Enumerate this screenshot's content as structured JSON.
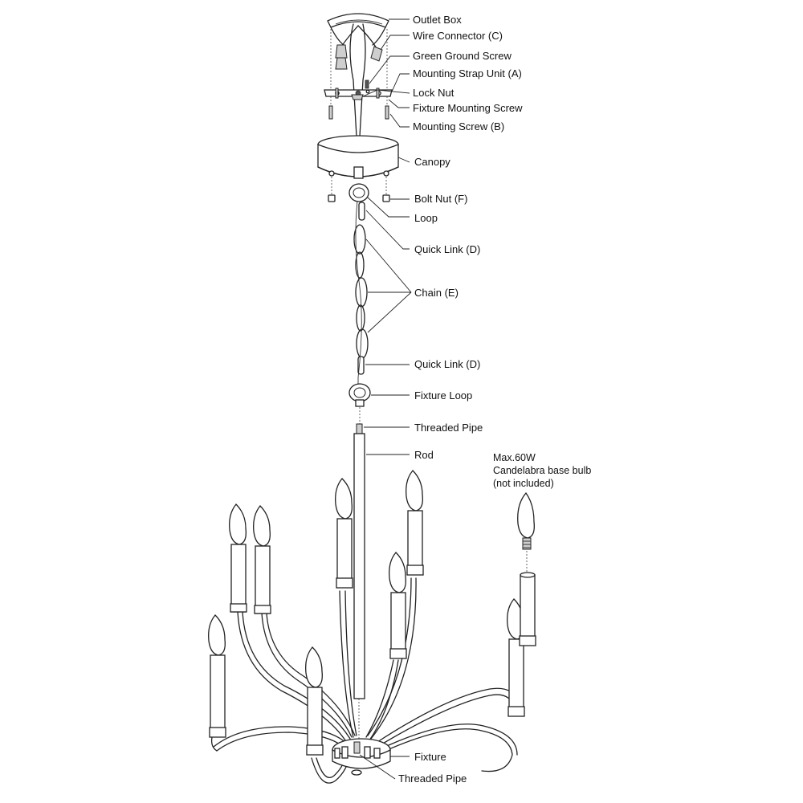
{
  "labels": {
    "outlet_box": "Outlet Box",
    "wire_connector": "Wire Connector (C)",
    "green_ground_screw": "Green Ground Screw",
    "mounting_strap": "Mounting Strap Unit (A)",
    "lock_nut": "Lock Nut",
    "fixture_mounting_screw": "Fixture Mounting Screw",
    "mounting_screw": "Mounting Screw (B)",
    "canopy": "Canopy",
    "bolt_nut": "Bolt Nut (F)",
    "loop": "Loop",
    "quick_link_top": "Quick Link (D)",
    "chain": "Chain (E)",
    "quick_link_bottom": "Quick Link (D)",
    "fixture_loop": "Fixture Loop",
    "threaded_pipe_top": "Threaded Pipe",
    "rod": "Rod",
    "bulb_note_1": "Max.60W",
    "bulb_note_2": "Candelabra base bulb",
    "bulb_note_3": "(not included)",
    "fixture": "Fixture",
    "threaded_pipe_bottom": "Threaded Pipe"
  },
  "colors": {
    "line": "#222222",
    "background": "#ffffff"
  }
}
